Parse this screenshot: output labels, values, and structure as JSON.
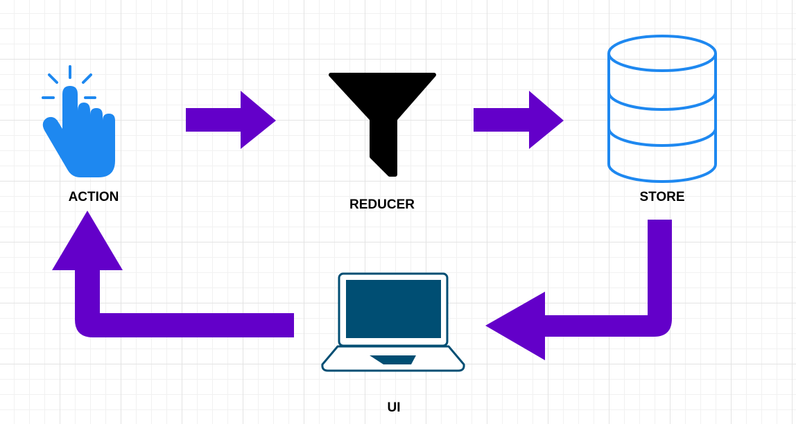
{
  "diagram": {
    "nodes": {
      "action": {
        "label": "ACTION",
        "icon": "tap-hand-icon",
        "color": "#1E88F0"
      },
      "reducer": {
        "label": "REDUCER",
        "icon": "funnel-icon",
        "color": "#000000"
      },
      "store": {
        "label": "STORE",
        "icon": "database-icon",
        "color": "#1E88F0"
      },
      "ui": {
        "label": "UI",
        "icon": "laptop-icon",
        "color": "#004E73"
      }
    },
    "edges": [
      {
        "from": "action",
        "to": "reducer"
      },
      {
        "from": "reducer",
        "to": "store"
      },
      {
        "from": "store",
        "to": "ui"
      },
      {
        "from": "ui",
        "to": "action"
      }
    ],
    "arrow_color": "#6300C9"
  }
}
